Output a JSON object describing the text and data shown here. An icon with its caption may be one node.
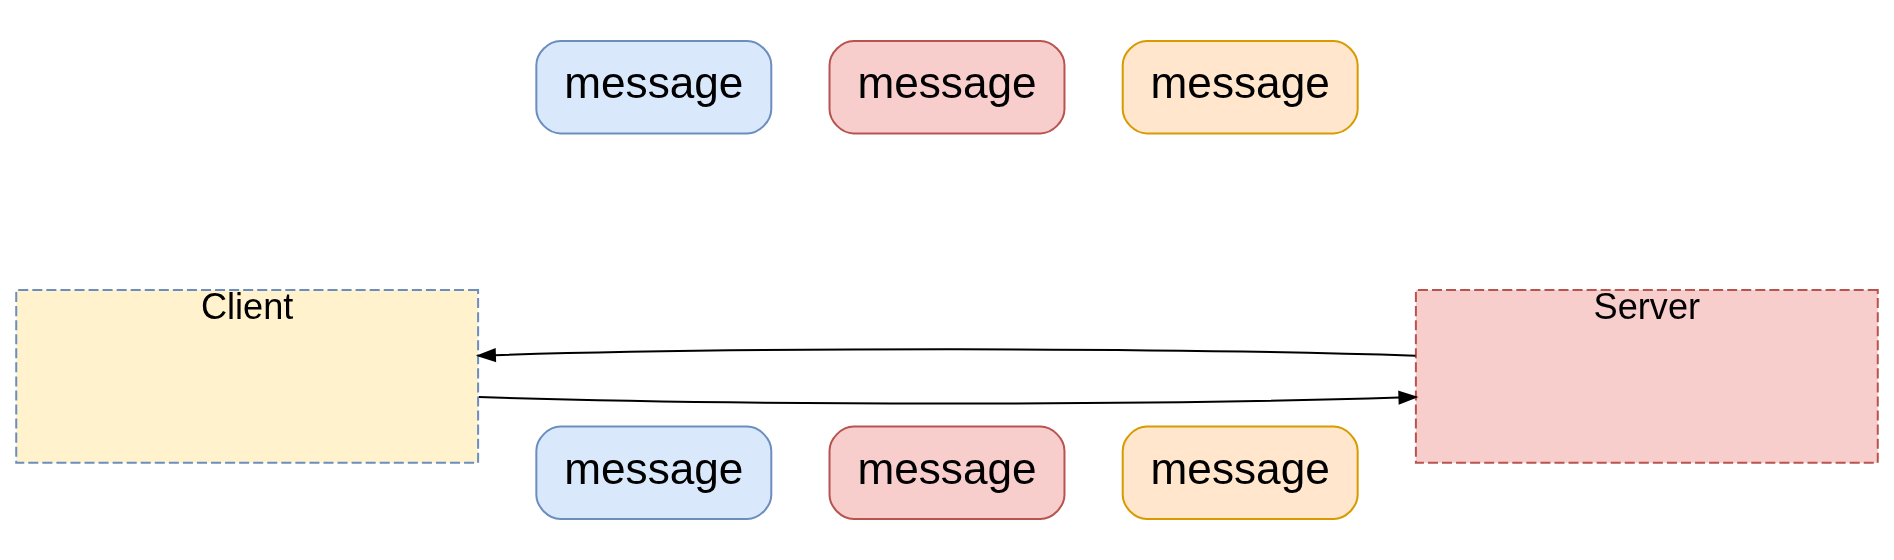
{
  "diagram": {
    "nodes": [
      {
        "text": [
          "message"
        ]
      },
      {
        "text": [
          "message"
        ]
      },
      {
        "text": [
          "message"
        ]
      },
      {
        "text": [
          "Client"
        ]
      },
      {
        "text": [
          "Server"
        ]
      },
      {
        "text": [
          "message"
        ]
      },
      {
        "text": [
          "message"
        ]
      },
      {
        "text": [
          "message"
        ]
      }
    ],
    "edges": [
      {
        "from": 3,
        "to": 4,
        "arrow": "to"
      },
      {
        "from": 4,
        "to": 3,
        "arrow": "to"
      }
    ]
  }
}
